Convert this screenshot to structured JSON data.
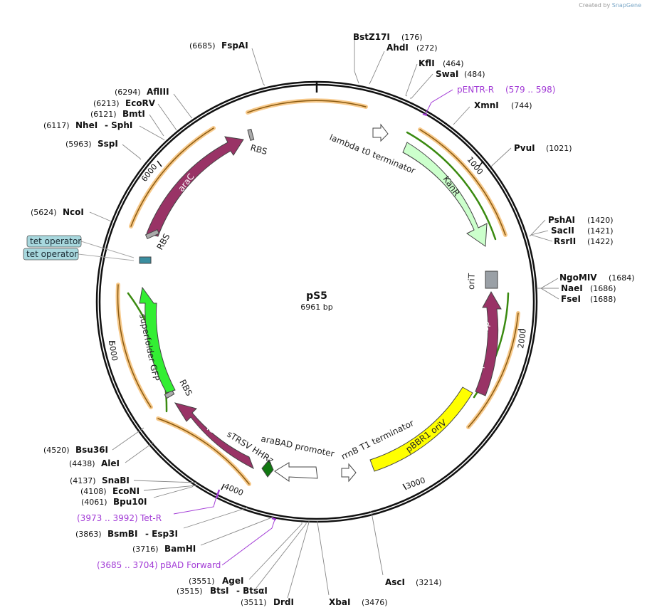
{
  "branding": {
    "prefix": "Created by",
    "name": "SnapGene"
  },
  "plasmid": {
    "name": "pS5",
    "size_label": "6961 bp"
  },
  "colors": {
    "araC": "#993366",
    "TetR": "#993366",
    "pBBR1Rep": "#993366",
    "GFP": "#33ee33",
    "KanR": "#ccffcc",
    "pBBR1oriV": "#ffff00",
    "terminator": "#ffffff",
    "oriT": "#9aa0a6",
    "tetOperator": "#3a8ea0",
    "primer": "#a23bd6",
    "orfStripe": "#f2a83b",
    "orfStripeGreen": "#3a8a10"
  },
  "ticks": [
    {
      "label": "1000"
    },
    {
      "label": "2000"
    },
    {
      "label": "3000"
    },
    {
      "label": "4000"
    },
    {
      "label": "5000"
    },
    {
      "label": "6000"
    }
  ],
  "features": [
    {
      "label": "lambda t0 terminator"
    },
    {
      "label": "KanR"
    },
    {
      "label": "oriT"
    },
    {
      "label": "pBBR1 Rep"
    },
    {
      "label": "pBBR1 oriV"
    },
    {
      "label": "rrnB T1 terminator"
    },
    {
      "label": "araBAD promoter"
    },
    {
      "label": "sTRSV HHRz"
    },
    {
      "label": "TetR"
    },
    {
      "label": "RBS"
    },
    {
      "label": "superfolder GFP"
    },
    {
      "label": "RBS"
    },
    {
      "label": "araC"
    },
    {
      "label": "RBS"
    }
  ],
  "callouts": [
    {
      "label": "tet operator"
    },
    {
      "label": "tet operator"
    }
  ],
  "sites": [
    {
      "name": "BstZ17I",
      "pos": "(176)"
    },
    {
      "name": "AhdI",
      "pos": "(272)"
    },
    {
      "name": "KflI",
      "pos": "(464)"
    },
    {
      "name": "SwaI",
      "pos": "(484)"
    },
    {
      "name": "XmnI",
      "pos": "(744)"
    },
    {
      "name": "PvuI",
      "pos": "(1021)"
    },
    {
      "name": "PshAI",
      "pos": "(1420)"
    },
    {
      "name": "SacII",
      "pos": "(1421)"
    },
    {
      "name": "RsrII",
      "pos": "(1422)"
    },
    {
      "name": "NgoMIV",
      "pos": "(1684)"
    },
    {
      "name": "NaeI",
      "pos": "(1686)"
    },
    {
      "name": "FseI",
      "pos": "(1688)"
    },
    {
      "name": "AscI",
      "pos": "(3214)"
    },
    {
      "name": "XbaI",
      "pos": "(3476)"
    },
    {
      "name": "DrdI",
      "pos": "(3511)"
    },
    {
      "name": "BtsI",
      "name2": "- BtsαI",
      "pos": "(3515)"
    },
    {
      "name": "AgeI",
      "pos": "(3551)"
    },
    {
      "name": "BamHI",
      "pos": "(3716)"
    },
    {
      "name": "BsmBI",
      "name2": "- Esp3I",
      "pos": "(3863)"
    },
    {
      "name": "Bpu10I",
      "pos": "(4061)"
    },
    {
      "name": "EcoNI",
      "pos": "(4108)"
    },
    {
      "name": "SnaBI",
      "pos": "(4137)"
    },
    {
      "name": "AleI",
      "pos": "(4438)"
    },
    {
      "name": "Bsu36I",
      "pos": "(4520)"
    },
    {
      "name": "NcoI",
      "pos": "(5624)"
    },
    {
      "name": "SspI",
      "pos": "(5963)"
    },
    {
      "name": "NheI",
      "name2": "- SphI",
      "pos": "(6117)"
    },
    {
      "name": "BmtI",
      "pos": "(6121)"
    },
    {
      "name": "EcoRV",
      "pos": "(6213)"
    },
    {
      "name": "AflIII",
      "pos": "(6294)"
    },
    {
      "name": "FspAI",
      "pos": "(6685)"
    }
  ],
  "primers": [
    {
      "label": "pENTR-R",
      "range": "(579 .. 598)"
    },
    {
      "label": "Tet-R",
      "range": "(3973 .. 3992)"
    },
    {
      "label": "pBAD Forward",
      "range": "(3685 .. 3704)"
    }
  ]
}
